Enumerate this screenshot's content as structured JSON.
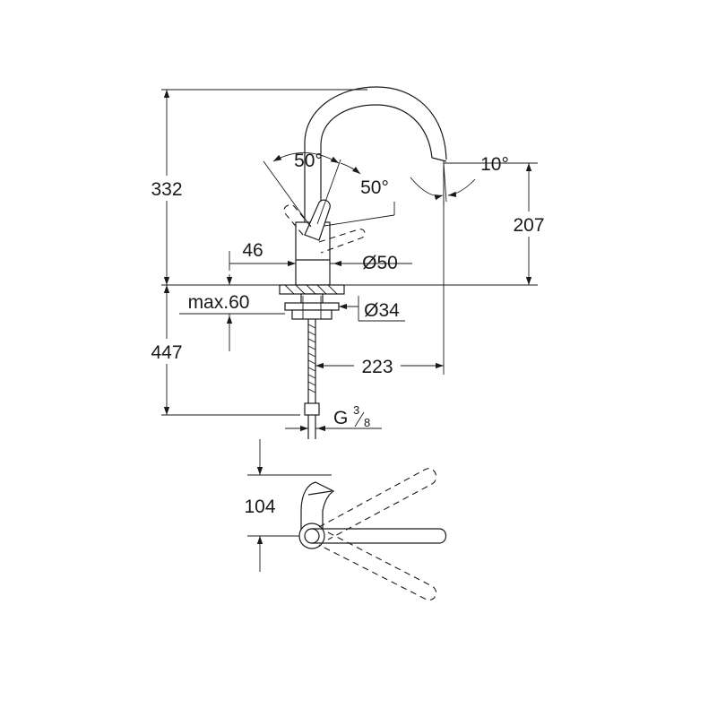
{
  "dimensions": {
    "overall_height": "332",
    "spout_height": "207",
    "lever_angle_left": "50°",
    "lever_angle_right": "50°",
    "spout_tilt": "10°",
    "body_offset": "46",
    "body_diameter": "Ø50",
    "mount_thickness": "max.60",
    "mount_diameter": "Ø34",
    "hose_length": "447",
    "spout_reach": "223",
    "thread_prefix": "G",
    "thread_num": "3",
    "thread_den": "8",
    "lever_clearance": "104"
  }
}
